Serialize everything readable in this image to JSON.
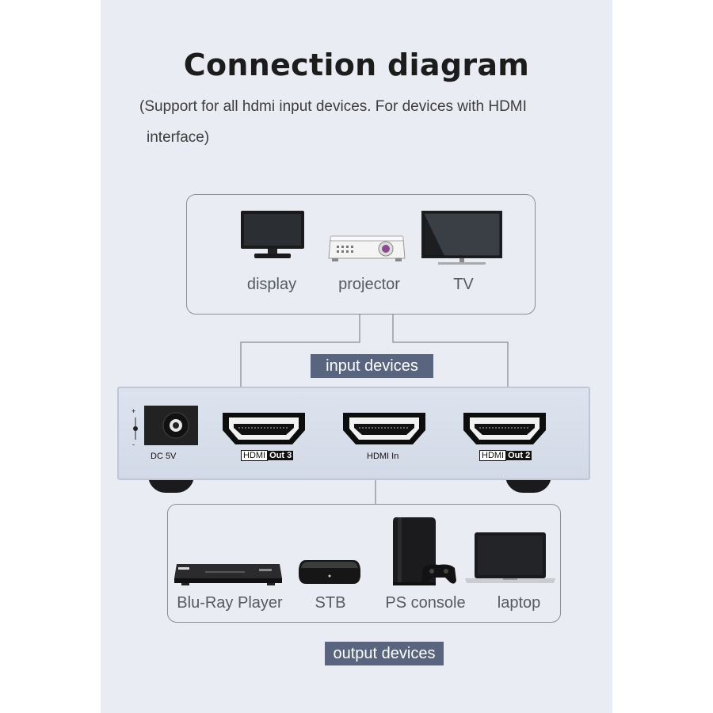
{
  "title": "Connection diagram",
  "subtitle": {
    "line1": "(Support for all hdmi input devices. For devices with HDMI",
    "line2": "interface)"
  },
  "input_group": {
    "devices": [
      {
        "label": "display",
        "icon": "monitor-icon"
      },
      {
        "label": "projector",
        "icon": "projector-icon"
      },
      {
        "label": "TV",
        "icon": "tv-icon"
      }
    ],
    "tag": "input devices"
  },
  "splitter": {
    "power_label": "DC 5V",
    "power_polarity_top": "+",
    "power_polarity_bottom": "-",
    "ports": [
      {
        "prefix": "HDMI",
        "name": "Out 3"
      },
      {
        "prefix": "",
        "name": "HDMI In"
      },
      {
        "prefix": "HDMI",
        "name": "Out 2"
      }
    ]
  },
  "output_group": {
    "devices": [
      {
        "label": "Blu-Ray Player",
        "icon": "blu-ray-player-icon"
      },
      {
        "label": "STB",
        "icon": "set-top-box-icon"
      },
      {
        "label": "PS console",
        "icon": "game-console-icon"
      },
      {
        "label": "laptop",
        "icon": "laptop-icon"
      }
    ],
    "tag": "output devices"
  },
  "colors": {
    "panel": "#e9ecf2",
    "tag_bg": "#59657e",
    "device_body": "#d8dfea"
  }
}
